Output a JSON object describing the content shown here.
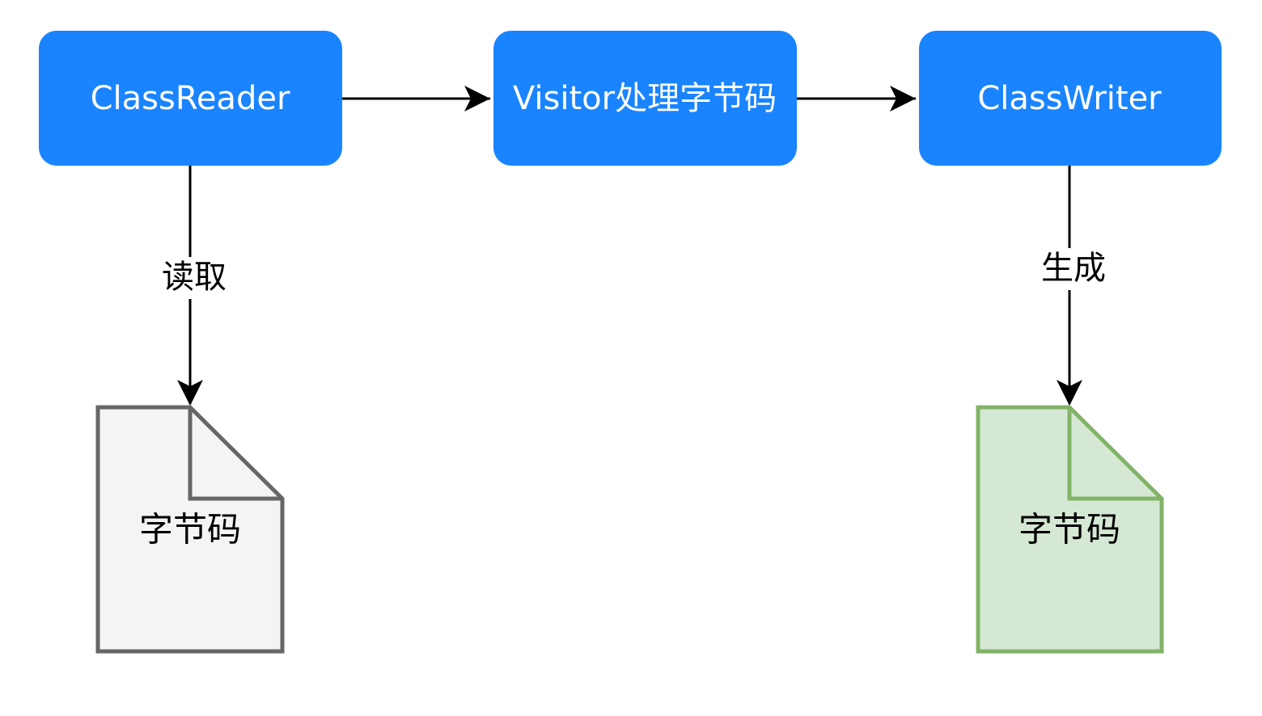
{
  "colors": {
    "process_fill": "#1A84FF",
    "process_text": "#FFFFFF",
    "edge": "#000000",
    "input_doc_fill": "#F4F4F4",
    "input_doc_stroke": "#666666",
    "output_doc_fill": "#D5E8D4",
    "output_doc_stroke": "#82B366"
  },
  "nodes": {
    "reader": {
      "label": "ClassReader"
    },
    "visitor": {
      "label": "Visitor处理字节码"
    },
    "writer": {
      "label": "ClassWriter"
    },
    "input_doc": {
      "label": "字节码"
    },
    "output_doc": {
      "label": "字节码"
    }
  },
  "edges": {
    "read": {
      "label": "读取"
    },
    "generate": {
      "label": "生成"
    }
  }
}
